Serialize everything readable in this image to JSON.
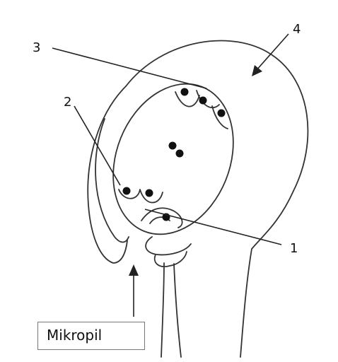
{
  "labels": {
    "n1": "1",
    "n2": "2",
    "n3": "3",
    "n4": "4",
    "micropyle": "Mikropil"
  },
  "colors": {
    "stroke": "#333333",
    "nucleus": "#111111",
    "background": "#ffffff"
  }
}
